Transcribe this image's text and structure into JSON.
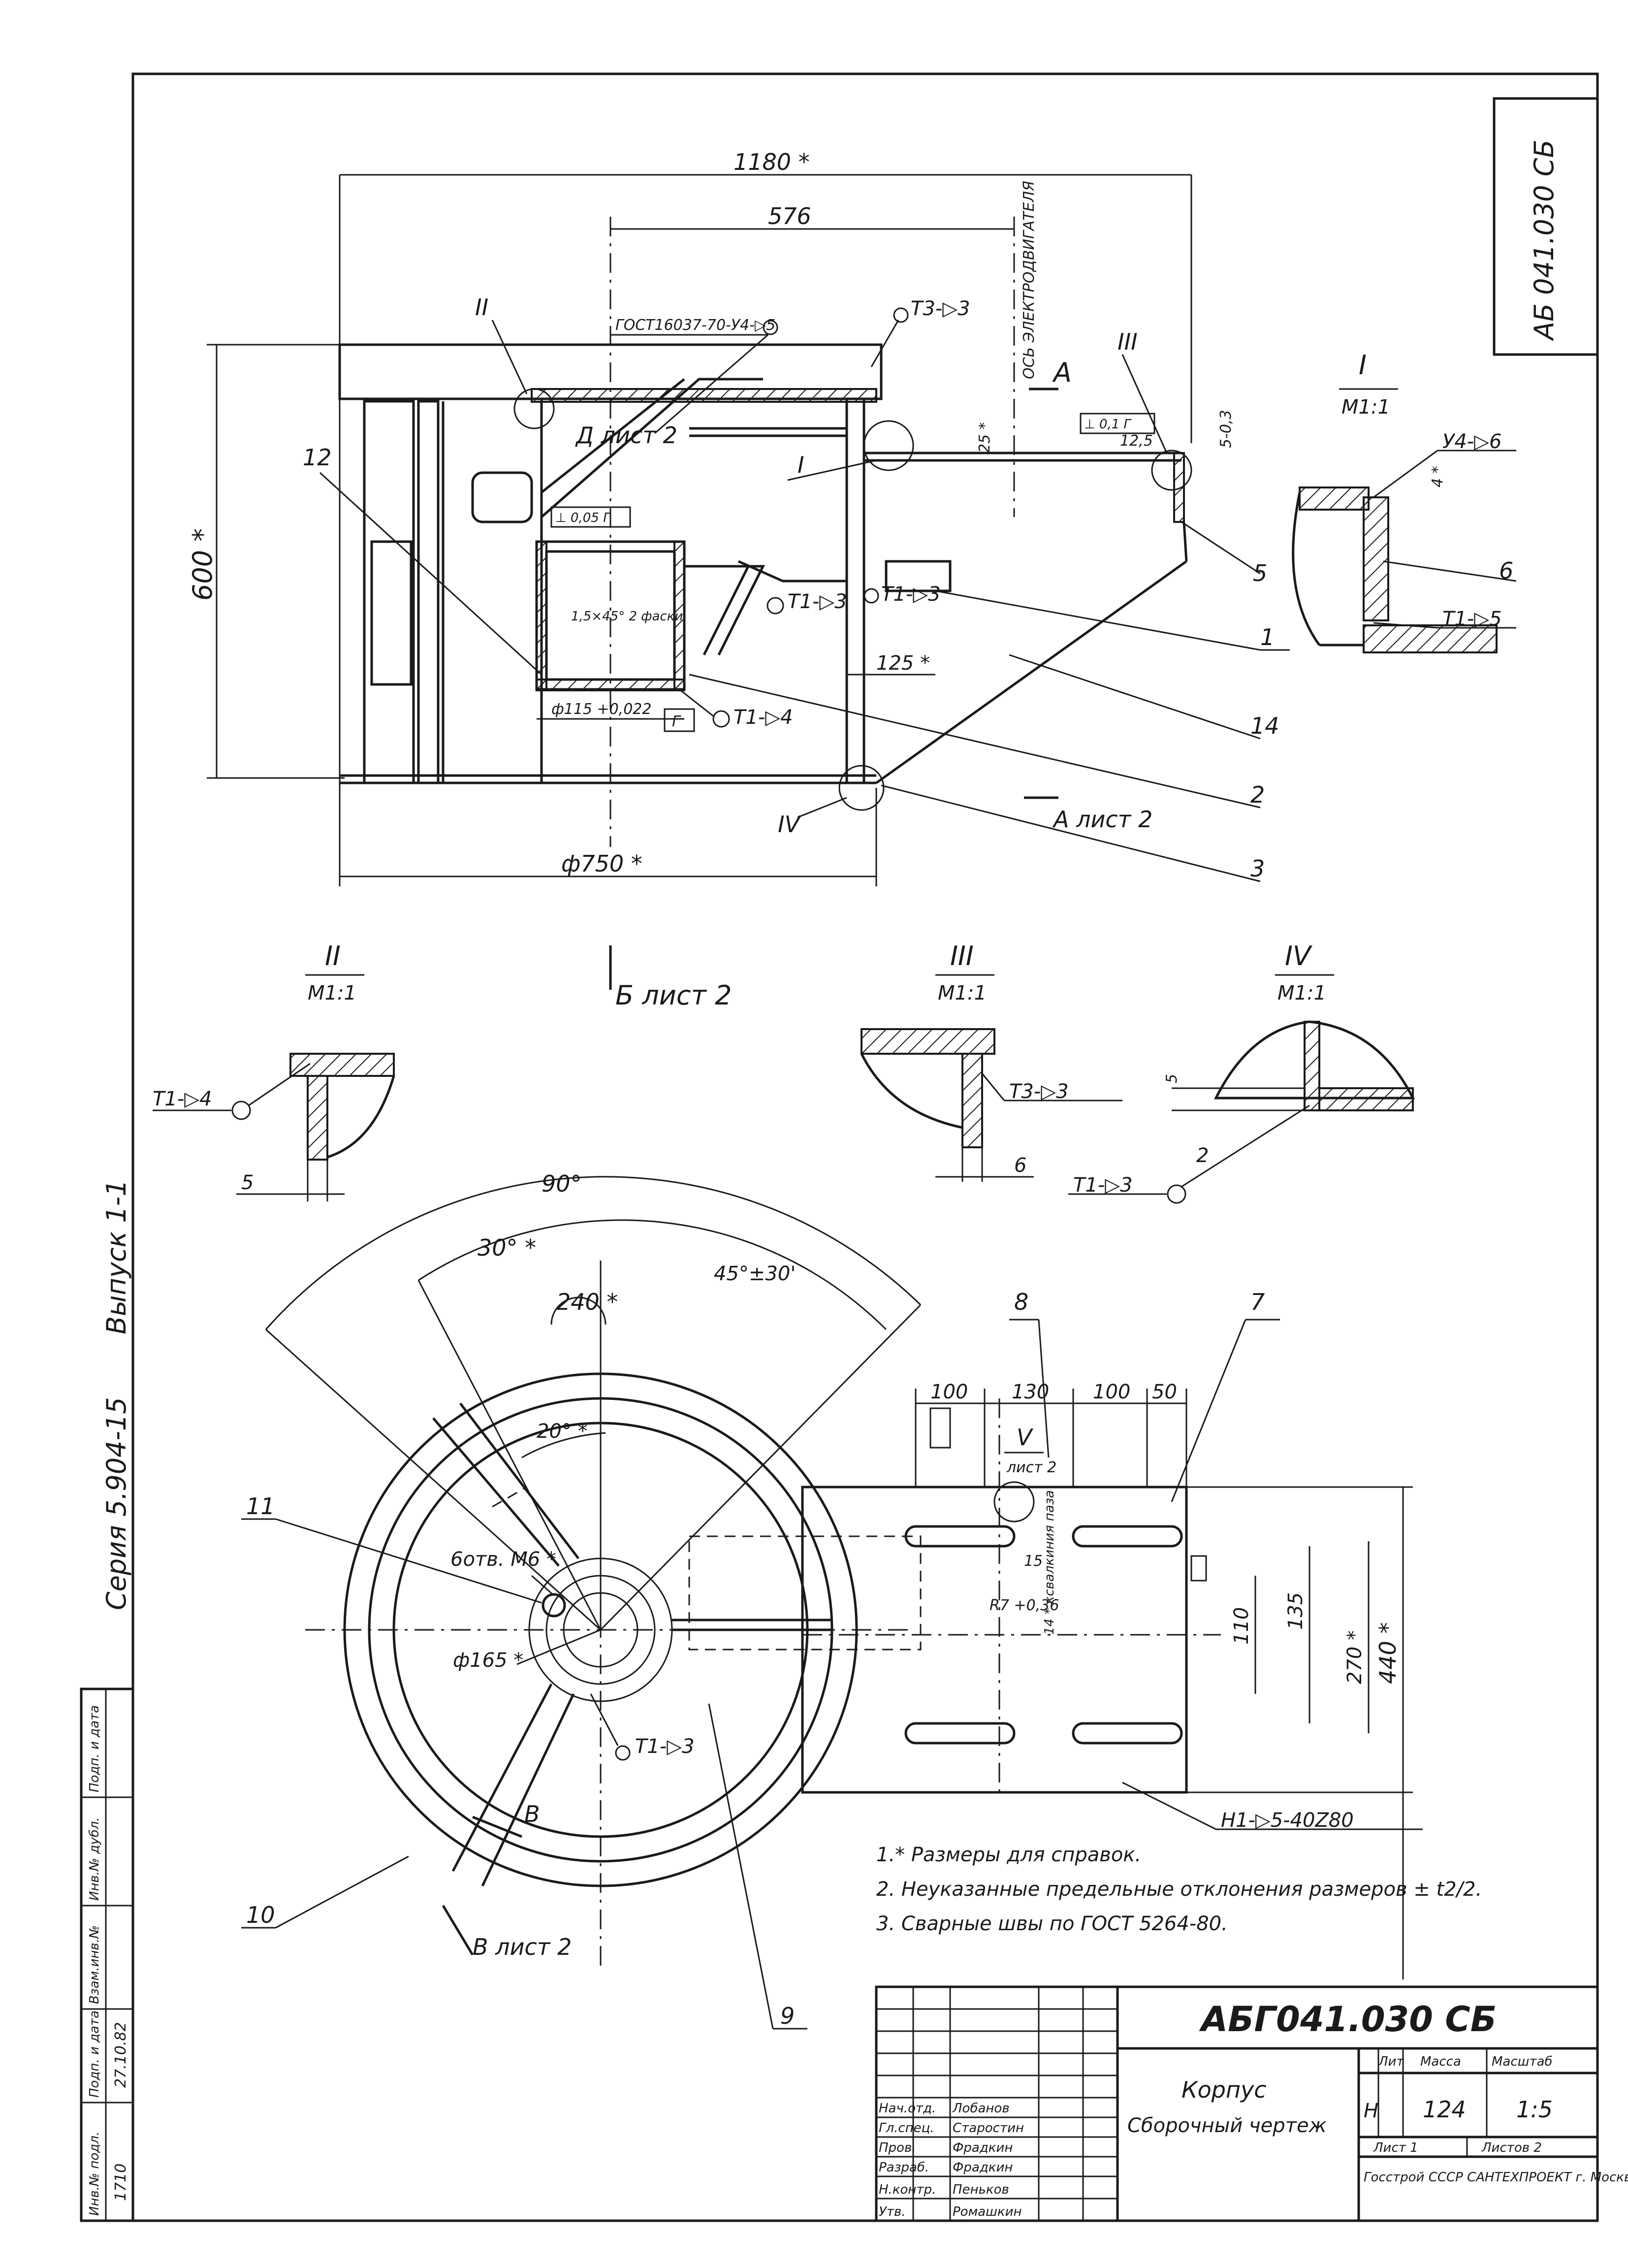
{
  "sheet": {
    "doc_code_corner": "АБ 041.030 СБ",
    "series_label": "Серия 5.904-15",
    "issue_label": "Выпуск 1-1"
  },
  "main_view": {
    "dim_overall": "1180 *",
    "dim_576": "576",
    "dim_height": "600 *",
    "dim_diameter": "ф750 *",
    "dim_25": "25 *",
    "dim_125": "125 *",
    "dim_5_03": "5-0,3",
    "axis_label": "ОСЬ ЭЛЕКТРОДВИГАТЕЛЯ",
    "section_a": "А",
    "section_a_sheet": "А лист 2",
    "section_d": "Д лист 2",
    "section_b": "Б лист 2",
    "weld_gost": "ГОСТ16037-70-У4-▷5",
    "weld_t3": "Т3-▷3",
    "weld_t1_a": "Т1-▷3",
    "weld_t1_b": "Т1-▷3",
    "weld_t1_c": "Т1-▷4",
    "tol_box_1": "⊥ 0,05 Г",
    "tol_box_2": "⊥ 0,1 Г",
    "dim_bore": "ф115 +0,022",
    "datum_g": "Г",
    "chamfer": "1,5×45° 2 фаски",
    "roughness": "12,5",
    "callouts": [
      "1",
      "14",
      "2",
      "3",
      "5",
      "12"
    ],
    "detail_markers": [
      "I",
      "II",
      "III",
      "IV"
    ]
  },
  "detail_I": {
    "title": "I",
    "scale": "М1:1",
    "weld": "У4-▷6",
    "weld2": "Т1-▷5",
    "dim": "4 *",
    "callout": "6"
  },
  "detail_II": {
    "title": "II",
    "scale": "М1:1",
    "weld": "Т1-▷4",
    "dim": "5"
  },
  "detail_III": {
    "title": "III",
    "scale": "М1:1",
    "weld": "Т3-▷3",
    "dim": "6"
  },
  "detail_IV": {
    "title": "IV",
    "scale": "М1:1",
    "weld": "Т1-▷3",
    "dim": "5",
    "callout": "2"
  },
  "plan_view": {
    "angle_90": "90°",
    "angle_30": "30° *",
    "angle_45": "45°±30'",
    "arc_240": "240 *",
    "angle_20": "20° *",
    "holes": "6отв. М6 *",
    "dia_165": "ф165 *",
    "weld_plan": "Т1-▷3",
    "section_b_label": "В",
    "section_b_sheet": "В лист 2",
    "dims_top": [
      "100",
      "130",
      "100",
      "50"
    ],
    "dim_110": "110",
    "dim_135": "135",
    "dim_270": "270 *",
    "dim_440": "440 *",
    "dim_r7": "R7 +0,36",
    "dim_14": "14 * ксвалкиния паза",
    "dim_15": "15",
    "detail_v": "V",
    "detail_v_sheet": "лист 2",
    "weld_h1": "Н1-▷5-40Z80",
    "callouts": [
      "8",
      "7",
      "11",
      "10",
      "9"
    ]
  },
  "notes": [
    "1.* Размеры для справок.",
    "2. Неуказанные предельные отклонения размеров ± t2/2.",
    "3. Сварные швы по ГОСТ 5264-80."
  ],
  "title_block": {
    "doc_code": "АБГ041.030 СБ",
    "name": "Корпус",
    "doc_type": "Сборочный чертеж",
    "lit": "Лит",
    "mass_label": "Масса",
    "scale_label": "Масштаб",
    "lit_value": "Н",
    "mass_value": "124",
    "scale_value": "1:5",
    "sheet": "Лист 1",
    "sheets": "Листов 2",
    "org": "Госстрой СССР САНТЕХПРОЕКТ г. Москва",
    "roles": [
      "Нач.отд.",
      "Гл.спец.",
      "Пров.",
      "Разраб.",
      "Н.контр.",
      "Утв."
    ],
    "names": [
      "Лобанов",
      "Старостин",
      "Фрадкин",
      "Фрадкин",
      "Пеньков",
      "Ромашкин"
    ]
  },
  "side_stamp": {
    "cells": [
      "Инв.№ подл.",
      "Подп. и дата",
      "Взам.инв.№",
      "Инв.№ дубл.",
      "Подп. и дата"
    ],
    "inv_value": "1710",
    "date_value": "27.10.82"
  }
}
